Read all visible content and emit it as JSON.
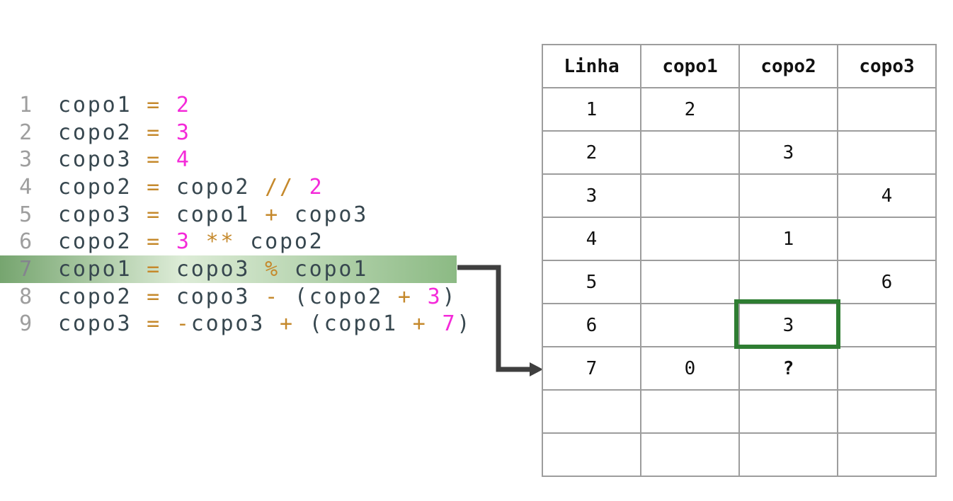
{
  "code_panel": {
    "active_line": "7",
    "lines": [
      {
        "no": "1",
        "tokens": [
          {
            "c": "var",
            "t": "copo1"
          },
          {
            "c": "op",
            "t": " = "
          },
          {
            "c": "num",
            "t": "2"
          }
        ]
      },
      {
        "no": "2",
        "tokens": [
          {
            "c": "var",
            "t": "copo2"
          },
          {
            "c": "op",
            "t": " = "
          },
          {
            "c": "num",
            "t": "3"
          }
        ]
      },
      {
        "no": "3",
        "tokens": [
          {
            "c": "var",
            "t": "copo3"
          },
          {
            "c": "op",
            "t": " = "
          },
          {
            "c": "num",
            "t": "4"
          }
        ]
      },
      {
        "no": "4",
        "tokens": [
          {
            "c": "var",
            "t": "copo2"
          },
          {
            "c": "op",
            "t": " = "
          },
          {
            "c": "var",
            "t": "copo2"
          },
          {
            "c": "op",
            "t": " // "
          },
          {
            "c": "num",
            "t": "2"
          }
        ]
      },
      {
        "no": "5",
        "tokens": [
          {
            "c": "var",
            "t": "copo3"
          },
          {
            "c": "op",
            "t": " = "
          },
          {
            "c": "var",
            "t": "copo1"
          },
          {
            "c": "op",
            "t": " + "
          },
          {
            "c": "var",
            "t": "copo3"
          }
        ]
      },
      {
        "no": "6",
        "tokens": [
          {
            "c": "var",
            "t": "copo2"
          },
          {
            "c": "op",
            "t": " = "
          },
          {
            "c": "num",
            "t": "3"
          },
          {
            "c": "op",
            "t": " ** "
          },
          {
            "c": "var",
            "t": "copo2"
          }
        ]
      },
      {
        "no": "7",
        "tokens": [
          {
            "c": "var",
            "t": "copo1"
          },
          {
            "c": "op",
            "t": " = "
          },
          {
            "c": "var",
            "t": "copo3"
          },
          {
            "c": "op",
            "t": " % "
          },
          {
            "c": "var",
            "t": "copo1"
          }
        ]
      },
      {
        "no": "8",
        "tokens": [
          {
            "c": "var",
            "t": "copo2"
          },
          {
            "c": "op",
            "t": " = "
          },
          {
            "c": "var",
            "t": "copo3"
          },
          {
            "c": "op",
            "t": " - "
          },
          {
            "c": "plain",
            "t": "("
          },
          {
            "c": "var",
            "t": "copo2"
          },
          {
            "c": "op",
            "t": " + "
          },
          {
            "c": "num",
            "t": "3"
          },
          {
            "c": "plain",
            "t": ")"
          }
        ]
      },
      {
        "no": "9",
        "tokens": [
          {
            "c": "var",
            "t": "copo3"
          },
          {
            "c": "op",
            "t": " = "
          },
          {
            "c": "op",
            "t": "-"
          },
          {
            "c": "var",
            "t": "copo3"
          },
          {
            "c": "op",
            "t": " + "
          },
          {
            "c": "plain",
            "t": "("
          },
          {
            "c": "var",
            "t": "copo1"
          },
          {
            "c": "op",
            "t": " + "
          },
          {
            "c": "num",
            "t": "7"
          },
          {
            "c": "plain",
            "t": ")"
          }
        ]
      }
    ]
  },
  "table": {
    "headers": [
      "Linha",
      "copo1",
      "copo2",
      "copo3"
    ],
    "rows": [
      [
        "1",
        "2",
        "",
        ""
      ],
      [
        "2",
        "",
        "3",
        ""
      ],
      [
        "3",
        "",
        "",
        "4"
      ],
      [
        "4",
        "",
        "1",
        ""
      ],
      [
        "5",
        "",
        "",
        "6"
      ],
      [
        "6",
        "",
        "3",
        ""
      ],
      [
        "7",
        "0",
        "?",
        ""
      ],
      [
        "",
        "",
        "",
        ""
      ],
      [
        "",
        "",
        "",
        ""
      ]
    ],
    "highlighted_cell": {
      "row_index": 5,
      "column_index": 2,
      "row_label": "6",
      "column": "copo2",
      "value": "3"
    },
    "bold_cell": {
      "row_index": 6,
      "column_index": 2,
      "row_label": "7",
      "column": "copo2",
      "value": "?"
    }
  },
  "colors": {
    "code_text": "#37474f",
    "operator": "#c5892c",
    "number_literal": "#f42ad9",
    "line_number": "#9e9e9e",
    "active_line_number": "#84848e",
    "highlight_green_left": "#76a56f",
    "highlight_green_mid": "#ddecd7",
    "highlight_green_right": "#8cba84",
    "arrow": "#3f3f3f",
    "table_border": "#9d9d9d",
    "table_text": "#111111",
    "cell_box_green": "#2e7d32",
    "background": "#ffffff"
  }
}
